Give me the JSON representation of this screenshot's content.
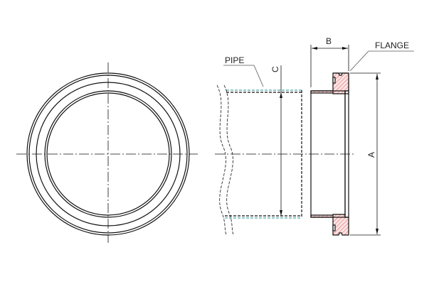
{
  "labels": {
    "pipe": "PIPE",
    "flange": "FLANGE",
    "dim_a": "A",
    "dim_b": "B",
    "dim_c": "C"
  },
  "colors": {
    "line": "#111111",
    "hatch": "#e05a5a",
    "hatch_fill": "#fbe3e3",
    "pipe_dash": "#4fa8a8"
  }
}
